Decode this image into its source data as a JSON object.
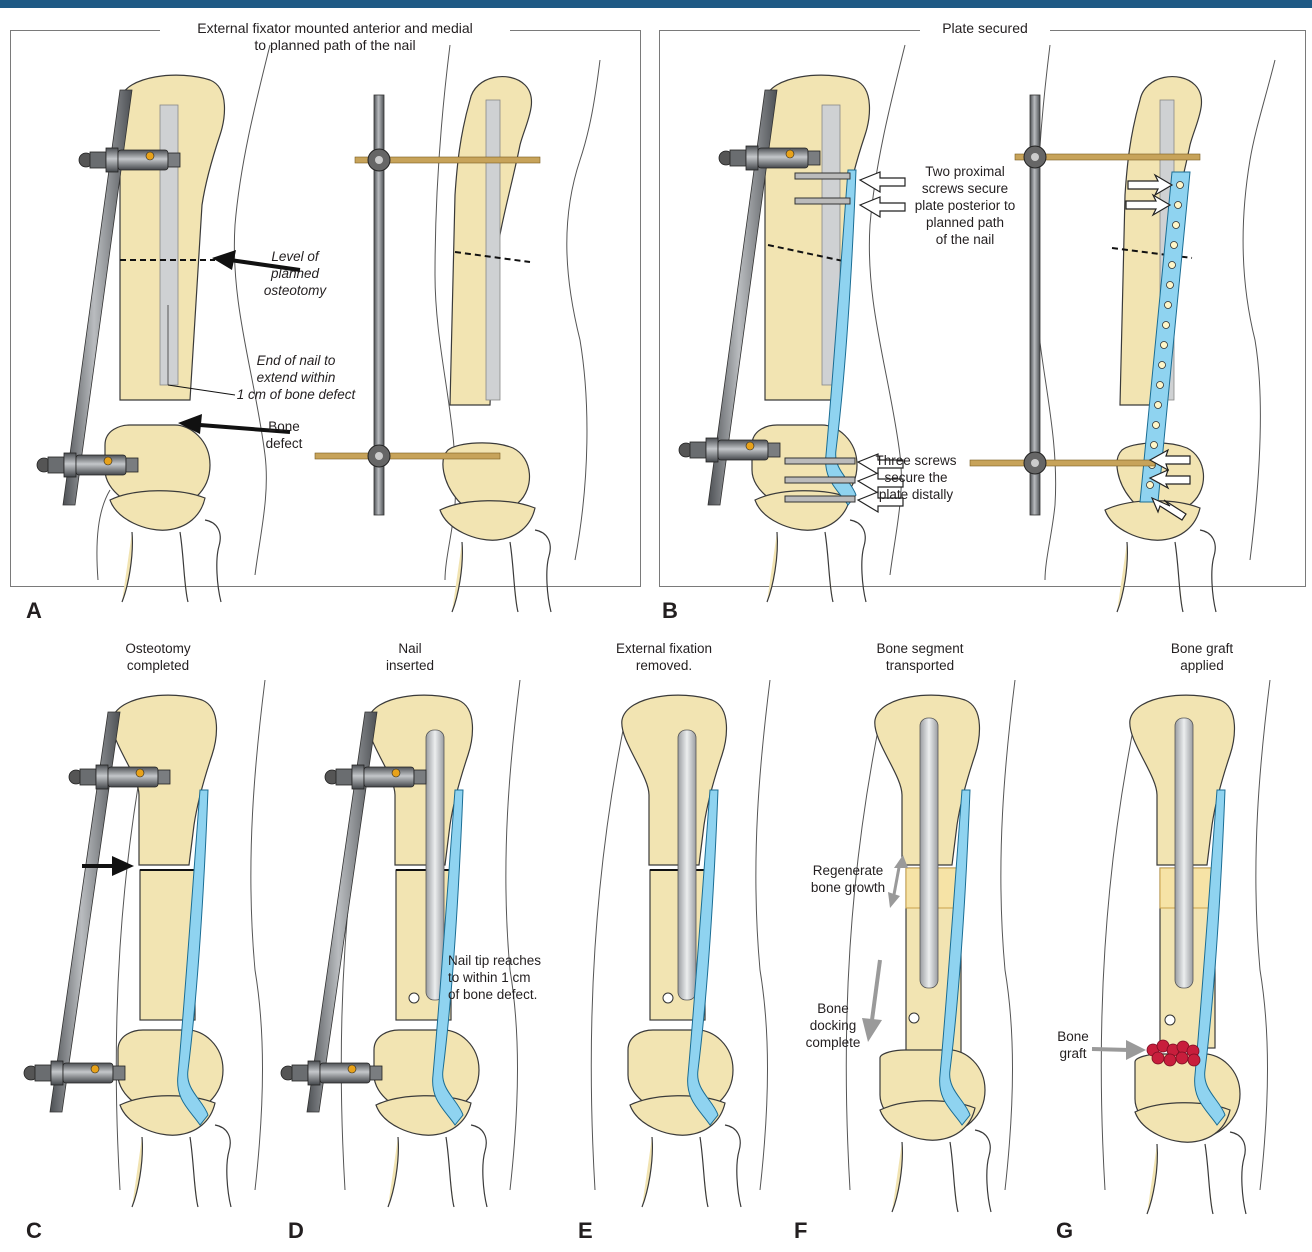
{
  "colors": {
    "bone": "#f2e4b2",
    "bone_outline": "#3a3a3a",
    "plate": "#8fd3f0",
    "rod": "#8a8d91",
    "nail": "#cfd1d3",
    "pin": "#c7a35a",
    "graft": "#c81e3c",
    "header_bar": "#1f5a85"
  },
  "panels": {
    "A": {
      "letter": "A",
      "title": [
        "External fixator mounted anterior and medial",
        "to planned path of the nail"
      ],
      "level_label": [
        "Level of",
        "planned",
        "osteotomy"
      ],
      "nail_end_label": [
        "End of nail to",
        "extend within",
        "1 cm of bone defect"
      ],
      "defect_label": [
        "Bone",
        "defect"
      ]
    },
    "B": {
      "letter": "B",
      "title": "Plate secured",
      "proximal_label": [
        "Two proximal",
        "screws secure",
        "plate posterior to",
        "planned path",
        "of the nail"
      ],
      "distal_label": [
        "Three screws",
        "secure the",
        "plate distally"
      ]
    },
    "C": {
      "letter": "C",
      "title": [
        "Osteotomy",
        "completed"
      ]
    },
    "D": {
      "letter": "D",
      "title": [
        "Nail",
        "inserted"
      ],
      "tip_label": [
        "Nail tip reaches",
        "to within 1 cm",
        "of bone defect."
      ]
    },
    "E": {
      "letter": "E",
      "title": [
        "External fixation",
        "removed."
      ]
    },
    "F": {
      "letter": "F",
      "title": [
        "Bone segment",
        "transported"
      ],
      "regen_label": [
        "Regenerate",
        "bone growth"
      ],
      "dock_label": [
        "Bone",
        "docking",
        "complete"
      ]
    },
    "G": {
      "letter": "G",
      "title": [
        "Bone graft",
        "applied"
      ],
      "graft_label": [
        "Bone",
        "graft"
      ]
    }
  }
}
